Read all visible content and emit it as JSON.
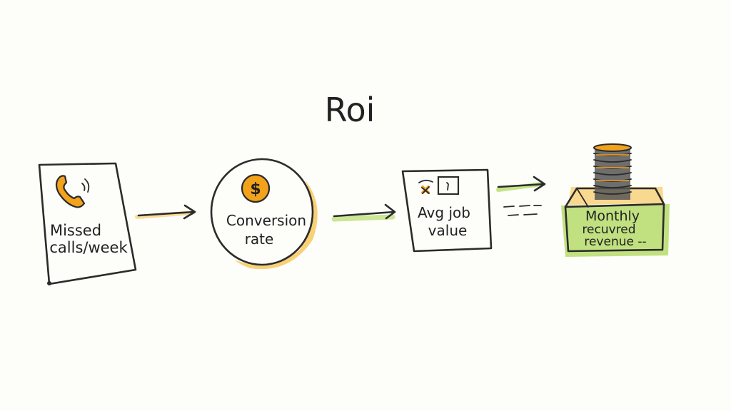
{
  "title": "Roi",
  "nodes": [
    {
      "id": "missed-calls",
      "line1": "Missed",
      "line2": "calls/week",
      "icon": "phone-icon"
    },
    {
      "id": "conversion-rate",
      "line1": "Conversion",
      "line2": "rate",
      "icon": "dollar-coin-icon"
    },
    {
      "id": "avg-job-value",
      "line1": "Avg job",
      "line2": "value",
      "icon": "tools-icon"
    },
    {
      "id": "monthly-recurred-revenue",
      "line1": "Monthly",
      "line2": "recuvred",
      "line3": "revenue --",
      "icon": "coin-stack-icon"
    }
  ],
  "coin_symbol": "$",
  "colors": {
    "ink": "#2b2b2b",
    "orange": "#f2a21b",
    "orange_wash": "#f6c24a",
    "green_wash": "#b6dc6a",
    "paper": "#fdfdfa"
  }
}
